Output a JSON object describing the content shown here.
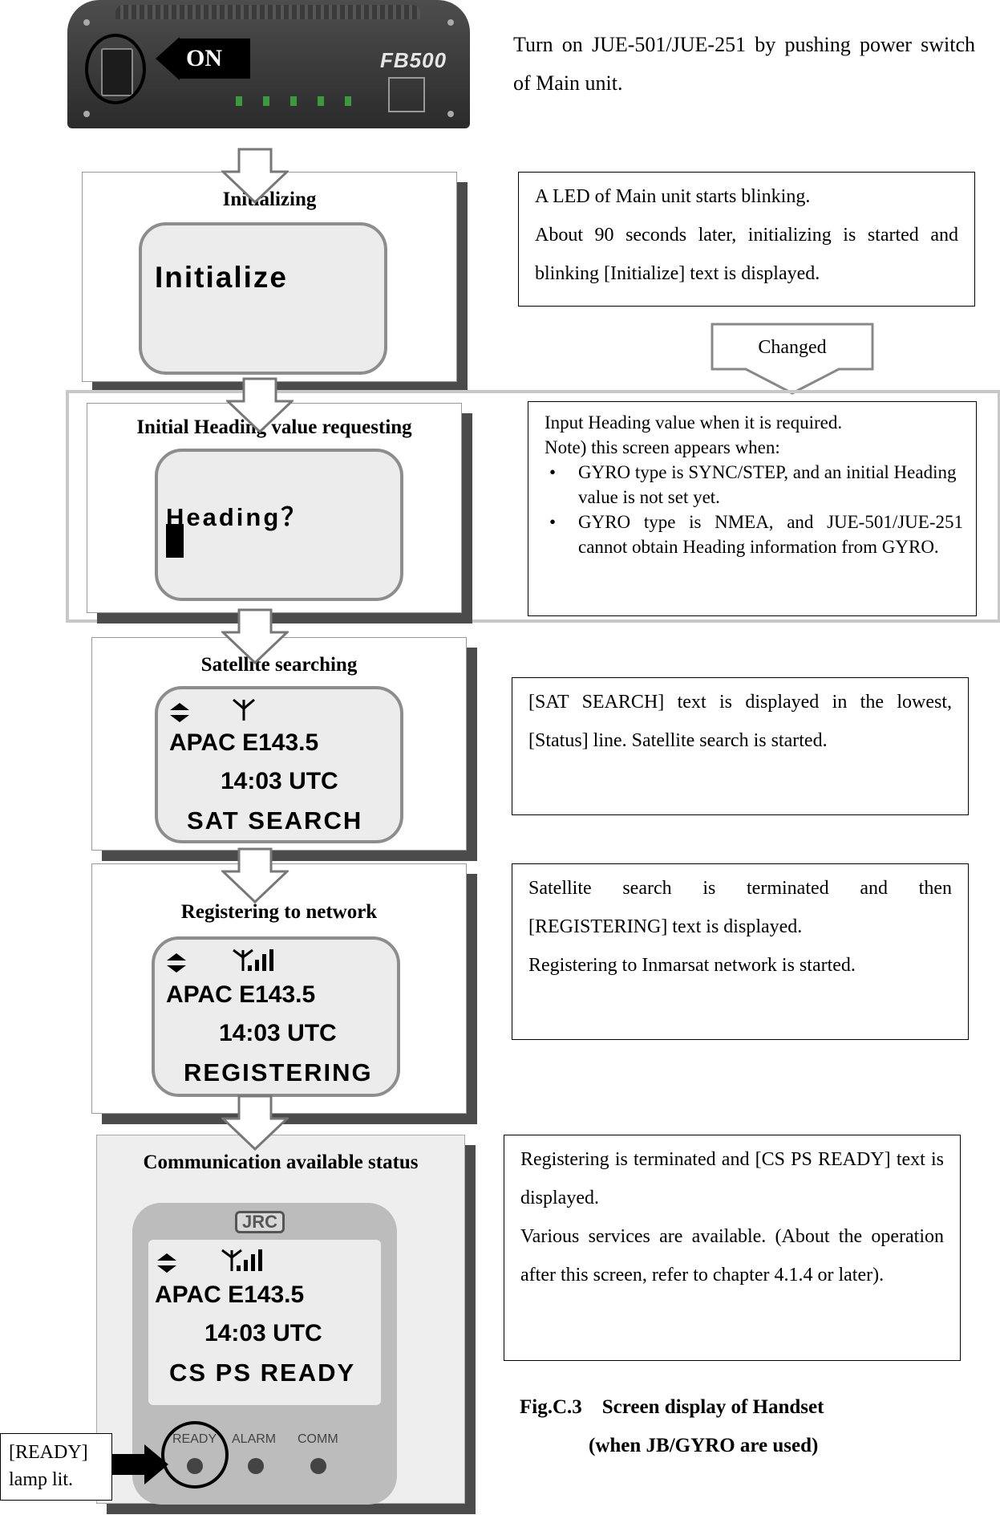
{
  "main_unit": {
    "brand": "FB500",
    "on_label": "ON",
    "instruction": "Turn on JUE-501/JUE-251 by pushing power switch of Main unit."
  },
  "steps": [
    {
      "title": "Initializing",
      "lcd": [
        "Initialize"
      ],
      "description": [
        "A LED of Main unit starts blinking.",
        "About 90 seconds later, initializing is started and blinking [Initialize] text is displayed."
      ]
    },
    {
      "title": "Initial Heading value requesting",
      "lcd": [
        "Heading？"
      ],
      "description": {
        "intro": [
          "Input Heading value when it is required.",
          "Note) this screen appears when:"
        ],
        "bullets": [
          "GYRO type is SYNC/STEP, and an initial Heading value is not set yet.",
          "GYRO type is NMEA, and JUE-501/JUE-251 cannot obtain Heading information from GYRO."
        ]
      }
    },
    {
      "title": "Satellite searching",
      "lcd": [
        "APAC E143.5",
        "14:03 UTC",
        "SAT SEARCH"
      ],
      "description": [
        "[SAT SEARCH] text is displayed in the lowest, [Status] line.  Satellite search is started."
      ]
    },
    {
      "title": "Registering to network",
      "lcd": [
        "APAC E143.5",
        "14:03 UTC",
        "REGISTERING"
      ],
      "description": [
        "Satellite search is terminated and then [REGISTERING] text is displayed.",
        "Registering to Inmarsat network is started."
      ]
    },
    {
      "title": "Communication available status",
      "lcd": [
        "APAC E143.5",
        "14:03 UTC",
        "CS PS READY"
      ],
      "description": [
        "Registering is terminated and [CS PS READY] text is displayed.",
        "Various services are available. (About the operation after this screen, refer to chapter 4.1.4 or later)."
      ]
    }
  ],
  "changed_label": "Changed",
  "handset": {
    "logo": "JRC",
    "lamps": [
      "READY",
      "ALARM",
      "COMM"
    ]
  },
  "ready_callout": [
    "[READY]",
    "lamp lit."
  ],
  "caption": {
    "line1": "Fig.C.3    Screen display of Handset",
    "line2": "(when JB/GYRO are used)"
  },
  "icons": [
    "scroll-updown-icon",
    "antenna-icon",
    "signal-bars-icon"
  ],
  "colors": {
    "frame_grey": "#999999",
    "shadow": "#4b4b4b",
    "lcd_bg": "#ececec",
    "arrow_fill": "#ffffff"
  }
}
